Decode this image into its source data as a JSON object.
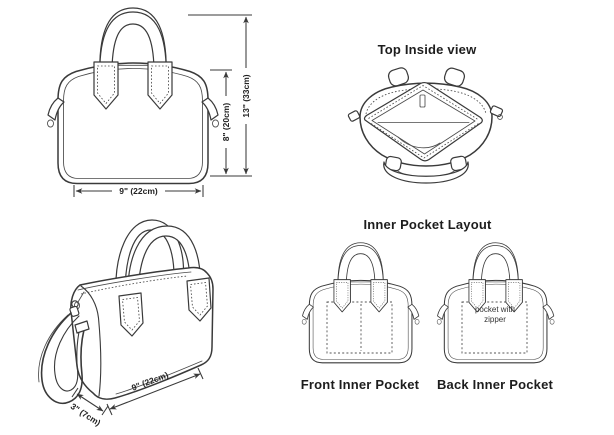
{
  "page": {
    "background": "#ffffff",
    "ink_color": "#3a3a3a",
    "text_color": "#1d1d1d"
  },
  "front_view": {
    "width_label": "9\" (22cm)",
    "body_height_label": "8\" (20cm)",
    "total_height_label": "13\" (33cm)"
  },
  "top_inside_view": {
    "title": "Top Inside view"
  },
  "perspective_view": {
    "depth_label": "3\" (7cm)",
    "width_label": "9\" (22cm)"
  },
  "inner_pocket": {
    "title": "Inner Pocket Layout",
    "front_label": "Front Inner Pocket",
    "back_label": "Back Inner Pocket",
    "zipper_note": "pocket with zipper"
  }
}
